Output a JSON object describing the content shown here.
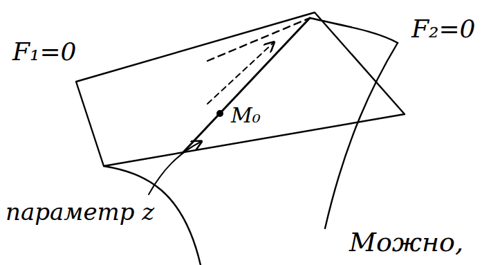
{
  "diagram": {
    "labels": [
      "F₁=0",
      "F₂=0",
      "M₀",
      "параметр z",
      "Можно,"
    ]
  }
}
